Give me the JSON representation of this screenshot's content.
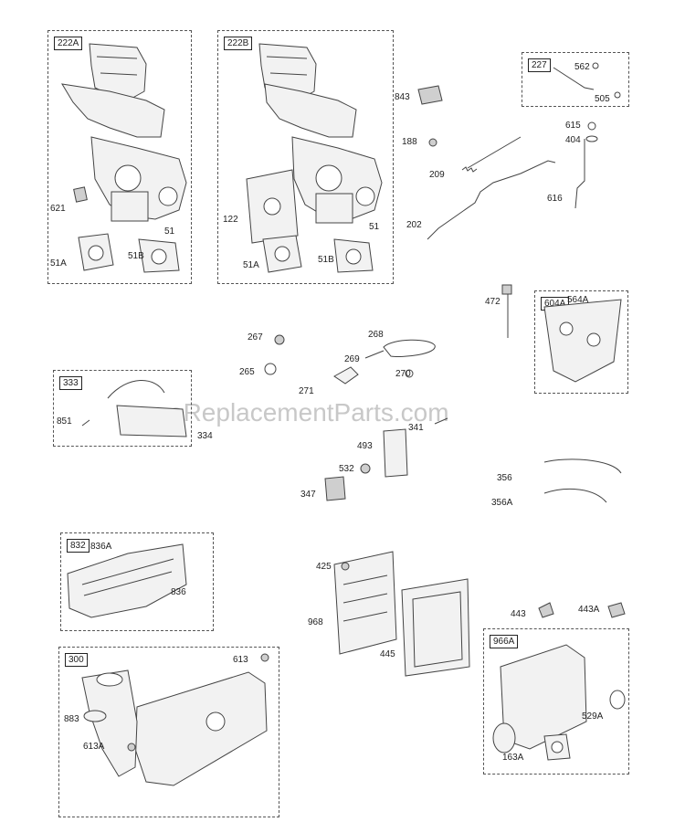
{
  "watermark": "eReplacementParts.com",
  "boxes": {
    "b222a": "222A",
    "b222b": "222B",
    "b227": "227",
    "b604a": "604A",
    "b333": "333",
    "b832": "832",
    "b300": "300",
    "b966a": "966A"
  },
  "labels": {
    "l621": "621",
    "l51_a": "51",
    "l51a_a": "51A",
    "l51b_a": "51B",
    "l122": "122",
    "l51_b": "51",
    "l51a_b": "51A",
    "l51b_b": "51B",
    "l843": "843",
    "l188": "188",
    "l209": "209",
    "l202": "202",
    "l562": "562",
    "l505": "505",
    "l615": "615",
    "l404": "404",
    "l616": "616",
    "l472": "472",
    "l564a": "564A",
    "l267": "267",
    "l268": "268",
    "l269": "269",
    "l265": "265",
    "l270": "270",
    "l271": "271",
    "l851": "851",
    "l334": "334",
    "l341": "341",
    "l493": "493",
    "l532": "532",
    "l347": "347",
    "l356": "356",
    "l356a": "356A",
    "l836a": "836A",
    "l836": "836",
    "l425": "425",
    "l968": "968",
    "l445": "445",
    "l443": "443",
    "l443a": "443A",
    "l613": "613",
    "l883": "883",
    "l613a": "613A",
    "l529a": "529A",
    "l163a": "163A"
  }
}
